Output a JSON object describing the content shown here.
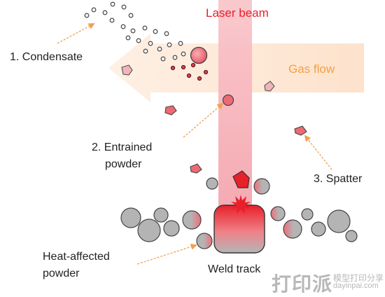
{
  "labels": {
    "laser_beam": "Laser beam",
    "gas_flow": "Gas flow",
    "condensate": "1. Condensate",
    "entrained_line1": "2. Entrained",
    "entrained_line2": "powder",
    "spatter": "3. Spatter",
    "heat_affected_line1": "Heat-affected",
    "heat_affected_line2": "powder",
    "weld_track": "Weld track"
  },
  "watermark": {
    "logo": "打印派",
    "cn_text": "模型打印分享",
    "url": "dayinpai.com"
  },
  "colors": {
    "laser": "#f7b6bc",
    "laser_red": "#e8202a",
    "gas_flow_arrow": "#fde6d2",
    "gas_flow_text": "#f5a040",
    "annotation_arrow": "#f0a050",
    "powder_grey": "#b4b4b4",
    "heated_red": "#e84050",
    "condensate_dot": "#c0303a"
  }
}
